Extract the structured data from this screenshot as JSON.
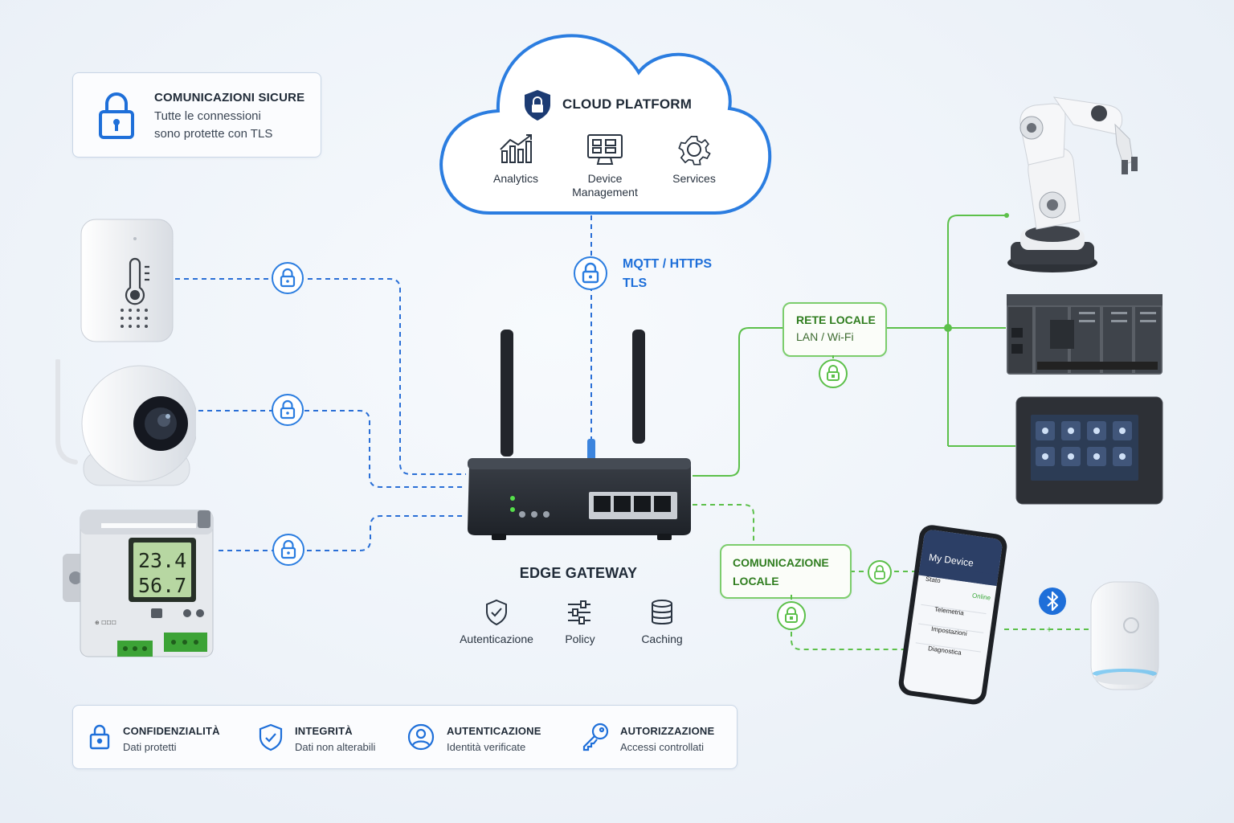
{
  "secure_card": {
    "title": "COMUNICAZIONI SICURE",
    "line1": "Tutte le connessioni",
    "line2": "sono protette con TLS"
  },
  "cloud": {
    "title": "CLOUD PLATFORM",
    "items": [
      {
        "label": "Analytics"
      },
      {
        "label_line1": "Device",
        "label_line2": "Management"
      },
      {
        "label": "Services"
      }
    ]
  },
  "uplink": {
    "line1": "MQTT / HTTPS",
    "line2": "TLS"
  },
  "gateway": {
    "title": "EDGE GATEWAY",
    "features": [
      {
        "label": "Autenticazione"
      },
      {
        "label": "Policy"
      },
      {
        "label": "Caching"
      }
    ]
  },
  "local_network": {
    "title": "RETE LOCALE",
    "subtitle": "LAN / Wi-Fi"
  },
  "local_comm": {
    "line1": "COMUNICAZIONE",
    "line2": "LOCALE"
  },
  "energy_meter": {
    "reading1": "23.4",
    "reading2": "56.7"
  },
  "phone_app": {
    "title": "My Device",
    "status_label": "Stato",
    "status_value": "Online",
    "menu": [
      "Telemetria",
      "Impostazioni",
      "Diagnostica"
    ]
  },
  "principles": [
    {
      "title": "CONFIDENZIALITÀ",
      "subtitle": "Dati protetti",
      "icon": "lock-icon"
    },
    {
      "title": "INTEGRITÀ",
      "subtitle": "Dati non alterabili",
      "icon": "shield-check-icon"
    },
    {
      "title": "AUTENTICAZIONE",
      "subtitle": "Identità verificate",
      "icon": "user-circle-icon"
    },
    {
      "title": "AUTORIZZAZIONE",
      "subtitle": "Accessi controllati",
      "icon": "key-icon"
    }
  ],
  "colors": {
    "secure_blue": "#1e6fd9",
    "local_green": "#5cc04a",
    "gateway_dark": "#2b2f36"
  }
}
